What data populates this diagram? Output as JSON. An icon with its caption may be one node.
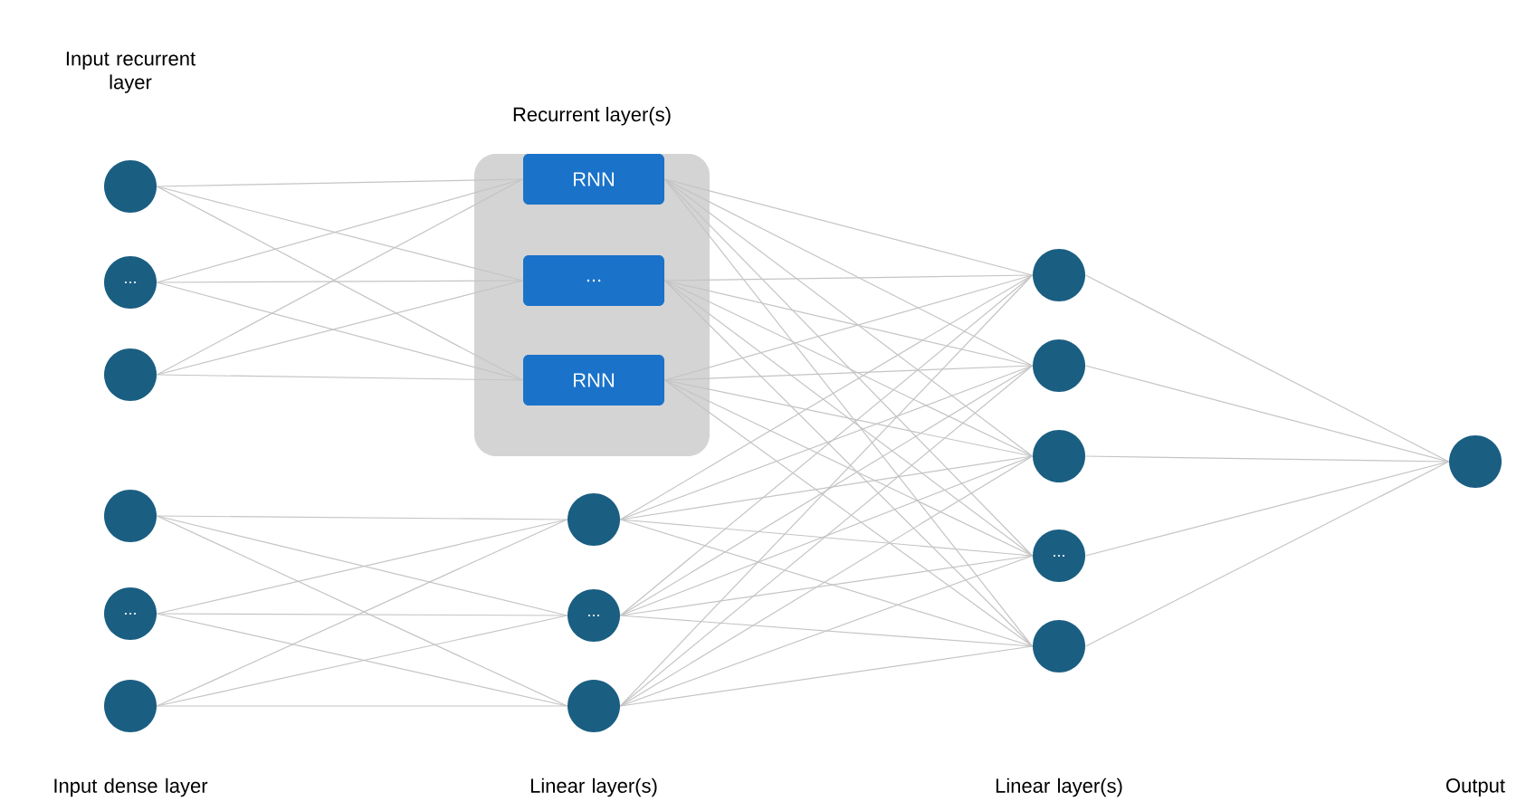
{
  "diagram": {
    "nodes": [
      {
        "text": [],
        "shape": "circle"
      },
      {
        "text": [
          "..."
        ]
      },
      {
        "text": [],
        "shape": "circle"
      },
      {
        "text": [
          "Recurrent layer(s)"
        ]
      },
      {
        "text": [
          "RNN"
        ],
        "in": 3
      },
      {
        "text": [
          "..."
        ],
        "in": 3
      },
      {
        "text": [
          "RNN"
        ],
        "in": 3
      },
      {
        "text": [],
        "shape": "circle"
      },
      {
        "text": [
          "..."
        ]
      },
      {
        "text": [],
        "shape": "circle"
      },
      {
        "text": [],
        "shape": "circle"
      },
      {
        "text": [
          "..."
        ]
      },
      {
        "text": [],
        "shape": "circle"
      },
      {
        "text": [],
        "shape": "circle"
      },
      {
        "text": [],
        "shape": "circle"
      },
      {
        "text": [],
        "shape": "circle"
      },
      {
        "text": [
          "..."
        ]
      },
      {
        "text": [],
        "shape": "circle"
      },
      {
        "text": [],
        "shape": "circle"
      }
    ],
    "edges": [
      {
        "from": 0,
        "to": 4,
        "arrow": "none"
      },
      {
        "from": 0,
        "to": 5,
        "arrow": "none"
      },
      {
        "from": 0,
        "to": 6,
        "arrow": "none"
      },
      {
        "from": 1,
        "to": 4,
        "arrow": "none"
      },
      {
        "from": 1,
        "to": 5,
        "arrow": "none"
      },
      {
        "from": 1,
        "to": 6,
        "arrow": "none"
      },
      {
        "from": 2,
        "to": 4,
        "arrow": "none"
      },
      {
        "from": 2,
        "to": 5,
        "arrow": "none"
      },
      {
        "from": 2,
        "to": 6,
        "arrow": "none"
      },
      {
        "from": 7,
        "to": 10,
        "arrow": "none"
      },
      {
        "from": 7,
        "to": 11,
        "arrow": "none"
      },
      {
        "from": 7,
        "to": 12,
        "arrow": "none"
      },
      {
        "from": 8,
        "to": 10,
        "arrow": "none"
      },
      {
        "from": 8,
        "to": 11,
        "arrow": "none"
      },
      {
        "from": 8,
        "to": 12,
        "arrow": "none"
      },
      {
        "from": 9,
        "to": 10,
        "arrow": "none"
      },
      {
        "from": 9,
        "to": 11,
        "arrow": "none"
      },
      {
        "from": 9,
        "to": 12,
        "arrow": "none"
      },
      {
        "from": 4,
        "to": 13,
        "arrow": "none"
      },
      {
        "from": 4,
        "to": 14,
        "arrow": "none"
      },
      {
        "from": 4,
        "to": 15,
        "arrow": "none"
      },
      {
        "from": 4,
        "to": 16,
        "arrow": "none"
      },
      {
        "from": 4,
        "to": 17,
        "arrow": "none"
      },
      {
        "from": 5,
        "to": 13,
        "arrow": "none"
      },
      {
        "from": 5,
        "to": 14,
        "arrow": "none"
      },
      {
        "from": 5,
        "to": 15,
        "arrow": "none"
      },
      {
        "from": 5,
        "to": 16,
        "arrow": "none"
      },
      {
        "from": 5,
        "to": 17,
        "arrow": "none"
      },
      {
        "from": 6,
        "to": 13,
        "arrow": "none"
      },
      {
        "from": 6,
        "to": 14,
        "arrow": "none"
      },
      {
        "from": 6,
        "to": 15,
        "arrow": "none"
      },
      {
        "from": 6,
        "to": 16,
        "arrow": "none"
      },
      {
        "from": 6,
        "to": 17,
        "arrow": "none"
      },
      {
        "from": 10,
        "to": 13,
        "arrow": "none"
      },
      {
        "from": 10,
        "to": 14,
        "arrow": "none"
      },
      {
        "from": 10,
        "to": 15,
        "arrow": "none"
      },
      {
        "from": 10,
        "to": 16,
        "arrow": "none"
      },
      {
        "from": 10,
        "to": 17,
        "arrow": "none"
      },
      {
        "from": 11,
        "to": 13,
        "arrow": "none"
      },
      {
        "from": 11,
        "to": 14,
        "arrow": "none"
      },
      {
        "from": 11,
        "to": 15,
        "arrow": "none"
      },
      {
        "from": 11,
        "to": 16,
        "arrow": "none"
      },
      {
        "from": 11,
        "to": 17,
        "arrow": "none"
      },
      {
        "from": 12,
        "to": 13,
        "arrow": "none"
      },
      {
        "from": 12,
        "to": 14,
        "arrow": "none"
      },
      {
        "from": 12,
        "to": 15,
        "arrow": "none"
      },
      {
        "from": 12,
        "to": 16,
        "arrow": "none"
      },
      {
        "from": 12,
        "to": 17,
        "arrow": "none"
      },
      {
        "from": 13,
        "to": 18,
        "arrow": "none"
      },
      {
        "from": 14,
        "to": 18,
        "arrow": "none"
      },
      {
        "from": 15,
        "to": 18,
        "arrow": "none"
      },
      {
        "from": 16,
        "to": 18,
        "arrow": "none"
      },
      {
        "from": 17,
        "to": 18,
        "arrow": "none"
      }
    ],
    "labels": [
      "Input recurrent layer",
      "Input dense layer",
      "Linear layer(s)",
      "Linear layer(s)",
      "Output"
    ]
  }
}
